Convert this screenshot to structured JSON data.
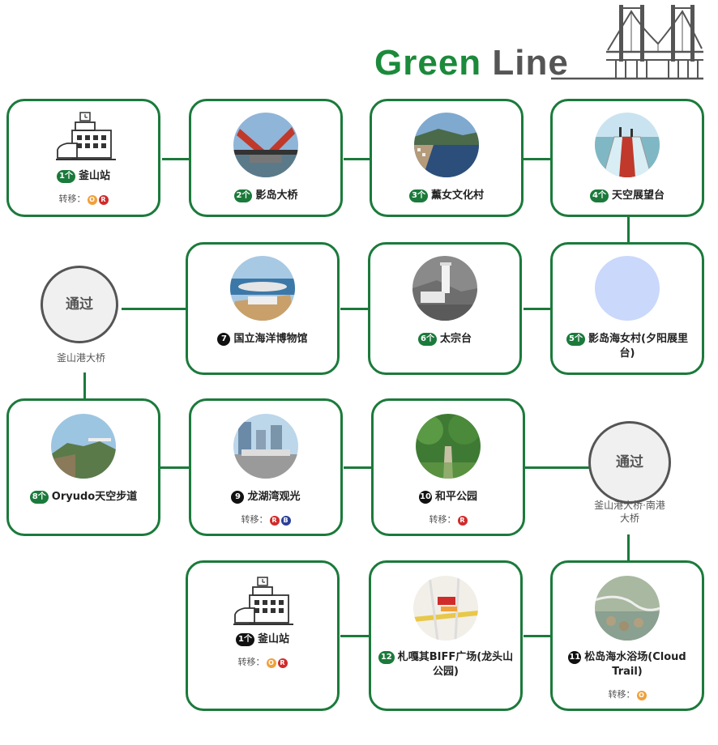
{
  "header": {
    "title_green": "Green",
    "title_gray": "Line"
  },
  "transfer_label": "转移：",
  "stations": [
    {
      "num": "1个",
      "name": "釜山站",
      "transfers": [
        "O",
        "R"
      ]
    },
    {
      "num": "2个",
      "name": "影岛大桥"
    },
    {
      "num": "3个",
      "name": "薰女文化村"
    },
    {
      "num": "4个",
      "name": "天空展望台"
    },
    {
      "num": "5个",
      "name": "影岛海女村(夕阳展里台)"
    },
    {
      "num": "6个",
      "name": "太宗台"
    },
    {
      "num": "7",
      "name": "国立海洋博物馆"
    },
    {
      "num": "8个",
      "name": "Oryudo天空步道"
    },
    {
      "num": "9",
      "name": "龙湖湾观光",
      "transfers": [
        "R",
        "B"
      ]
    },
    {
      "num": "10",
      "name": "和平公园",
      "transfers": [
        "R"
      ]
    },
    {
      "num": "11",
      "name": "松岛海水浴场(Cloud Trail)",
      "transfers": [
        "O"
      ]
    },
    {
      "num": "12",
      "name": "札嘎其BIFF广场(龙头山公园)"
    },
    {
      "num": "1个",
      "name": "釜山站",
      "transfers": [
        "O",
        "R"
      ]
    }
  ],
  "pass_points": [
    {
      "label": "通过",
      "caption": "釜山港大桥"
    },
    {
      "label": "通过",
      "caption": "釜山港大桥·南港大桥"
    }
  ],
  "colors": {
    "line": "#1b7a3b",
    "title_green": "#1b8a3b",
    "orange": "#f0a03a",
    "red": "#d02b2b",
    "blue": "#2a3f9a"
  }
}
